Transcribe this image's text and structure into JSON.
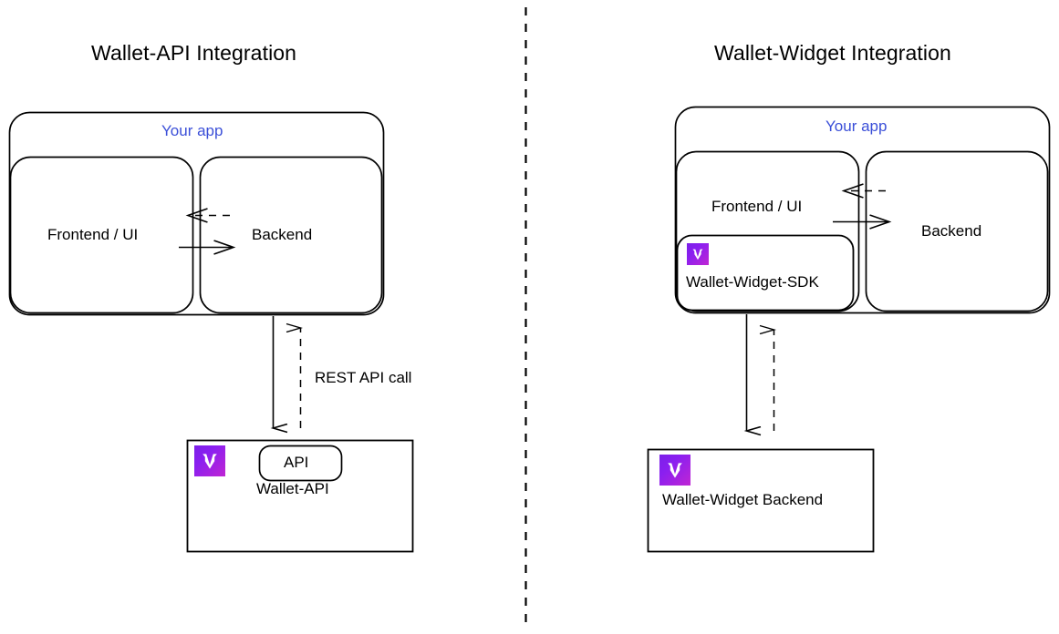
{
  "page": {
    "background": "#ffffff",
    "accent_blue": "#3b4fd8",
    "stroke": "#000000",
    "logo_gradient_from": "#7b20e8",
    "logo_gradient_to": "#c026d3",
    "divider": "vertical-dashed-divider"
  },
  "left_panel": {
    "title": "Wallet-API Integration",
    "app_box": {
      "label": "Your app",
      "children": [
        {
          "name": "frontend",
          "label": "Frontend / UI"
        },
        {
          "name": "backend",
          "label": "Backend"
        }
      ],
      "internal_arrows": [
        {
          "name": "backend-to-frontend",
          "style": "dashed",
          "direction": "left"
        },
        {
          "name": "frontend-to-backend",
          "style": "solid",
          "direction": "right"
        }
      ]
    },
    "connection": {
      "label": "REST API call",
      "arrows": [
        {
          "name": "request-arrow",
          "style": "solid",
          "direction": "down"
        },
        {
          "name": "response-arrow",
          "style": "dashed",
          "direction": "up"
        }
      ]
    },
    "service_box": {
      "title": "Wallet-API",
      "pill_label": "API",
      "logo": "wallet-logo-icon"
    }
  },
  "right_panel": {
    "title": "Wallet-Widget Integration",
    "app_box": {
      "label": "Your app",
      "children": [
        {
          "name": "frontend",
          "label": "Frontend / UI"
        },
        {
          "name": "backend",
          "label": "Backend"
        }
      ],
      "sdk_box": {
        "label": "Wallet-Widget-SDK",
        "logo": "wallet-logo-icon"
      },
      "internal_arrows": [
        {
          "name": "backend-to-frontend",
          "style": "dashed",
          "direction": "left"
        },
        {
          "name": "frontend-to-backend",
          "style": "solid",
          "direction": "right"
        }
      ]
    },
    "connection": {
      "label": "",
      "arrows": [
        {
          "name": "request-arrow",
          "style": "solid",
          "direction": "down"
        },
        {
          "name": "response-arrow",
          "style": "dashed",
          "direction": "up"
        }
      ]
    },
    "service_box": {
      "title": "Wallet-Widget Backend",
      "logo": "wallet-logo-icon"
    }
  }
}
